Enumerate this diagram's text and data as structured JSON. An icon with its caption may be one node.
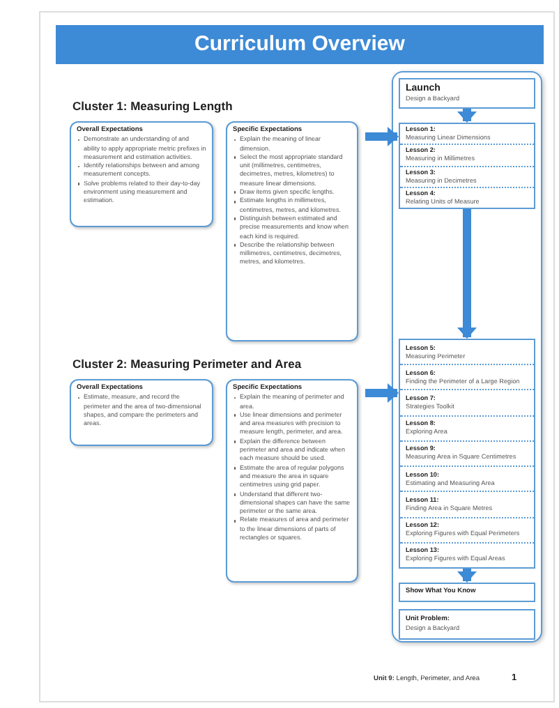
{
  "diagram": {
    "title": "Curriculum Overview",
    "nodes": [
      {
        "text": [
          "Overall Expectations",
          "Demonstrate an understanding of and ability to apply appropriate metric prefixes in measurement and estimation activities.",
          "Identify relationships between and among measurement concepts.",
          "Solve problems related to their day-to-day environment using measurement and estimation."
        ]
      },
      {
        "text": [
          "Specific Expectations",
          "Explain the meaning of linear dimension.",
          "Select the most appropriate standard unit (millimetres, centimetres, decimetres, metres, kilometres) to measure linear dimensions.",
          "Draw items given specific lengths.",
          "Estimate lengths in millimetres, centimetres, metres, and kilometres.",
          "Distinguish between estimated and precise measurements and know when each kind is required.",
          "Describe the relationship between millimetres, centimetres, decimetres, metres, and kilometres."
        ]
      },
      {
        "text": [
          "Overall Expectations",
          "Estimate, measure, and record the perimeter and the area of two-dimensional shapes, and compare the perimeters and areas."
        ]
      },
      {
        "text": [
          "Specific Expectations",
          "Explain the meaning of perimeter and area.",
          "Use linear dimensions and perimeter and area measures with precision to measure length, perimeter, and area.",
          "Explain the difference between perimeter and area and indicate when each measure should be used.",
          "Estimate the area of regular polygons and measure the area in square centimetres using grid paper.",
          "Understand that different two-dimensional shapes can have the same perimeter or the same area.",
          "Relate measures of area and perimeter to the linear dimensions of parts of rectangles or squares."
        ]
      },
      {
        "text": [],
        "shape": "box"
      },
      {
        "text": [
          "Launch",
          "Design a Backyard"
        ],
        "in": 4
      },
      {
        "text": [],
        "shape": "box",
        "in": 4
      },
      {
        "text": [
          "Lesson 1:",
          "Measuring Linear Dimensions"
        ],
        "in": 6
      },
      {
        "text": [
          "Lesson 2:",
          "Measuring in Millimetres"
        ],
        "in": 6
      },
      {
        "text": [
          "Lesson 3:",
          "Measuring in Decimetres"
        ],
        "in": 6
      },
      {
        "text": [
          "Lesson 4:",
          "Relating Units of Measure"
        ],
        "in": 6
      },
      {
        "text": [],
        "shape": "box",
        "in": 4
      },
      {
        "text": [
          "Lesson 5:",
          "Measuring Perimeter"
        ],
        "in": 11
      },
      {
        "text": [
          "Lesson 6:",
          "Finding the Perimeter of a Large Region"
        ],
        "in": 11
      },
      {
        "text": [
          "Lesson 7:",
          "Strategies Toolkit"
        ],
        "in": 11
      },
      {
        "text": [
          "Lesson 8:",
          "Exploring Area"
        ],
        "in": 11
      },
      {
        "text": [
          "Lesson 9:",
          "Measuring Area in Square Centimetres"
        ],
        "in": 11
      },
      {
        "text": [
          "Lesson 10:",
          "Estimating and Measuring Area"
        ],
        "in": 11
      },
      {
        "text": [
          "Lesson 11:",
          "Finding Area in Square Metres"
        ],
        "in": 11
      },
      {
        "text": [
          "Lesson 12:",
          "Exploring Figures with Equal Perimeters"
        ],
        "in": 11
      },
      {
        "text": [
          "Lesson 13:",
          "Exploring Figures with Equal Areas"
        ],
        "in": 11
      },
      {
        "text": [
          "Show What You Know"
        ],
        "in": 4
      },
      {
        "text": [
          "Unit Problem:",
          "Design a Backyard"
        ],
        "in": 4
      }
    ],
    "edges": [
      {
        "from": 1,
        "to": 6,
        "arrow": "to"
      },
      {
        "from": 5,
        "to": 6,
        "arrow": "to"
      },
      {
        "from": 6,
        "to": 11,
        "arrow": "to"
      },
      {
        "from": 3,
        "to": 11,
        "arrow": "to"
      },
      {
        "from": 11,
        "to": 21,
        "arrow": "to"
      }
    ],
    "labels": [
      "Cluster 1: Measuring Length",
      "Cluster 2: Measuring Perimeter and Area",
      "**Unit 9:** Length, Perimeter, and Area",
      "1"
    ]
  }
}
